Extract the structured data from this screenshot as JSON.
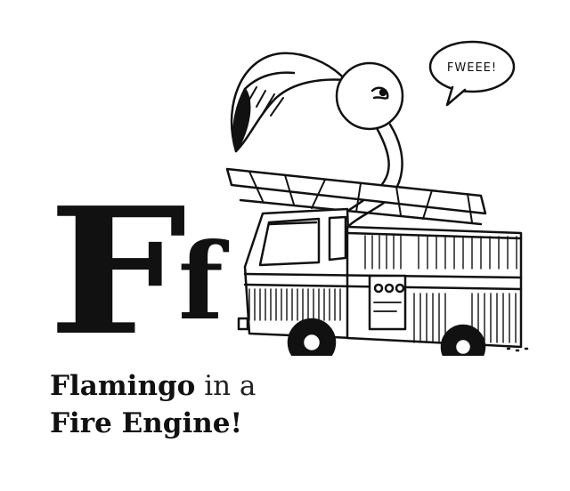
{
  "alphabet": {
    "upper": "F",
    "lower": "f"
  },
  "caption": {
    "line1_bold": "Flamingo",
    "line1_rest": "in a",
    "line2_bold": "Fire Engine!"
  },
  "speech_bubble": {
    "text": "FWEEE!"
  },
  "colors": {
    "ink": "#111111",
    "background": "#ffffff"
  }
}
